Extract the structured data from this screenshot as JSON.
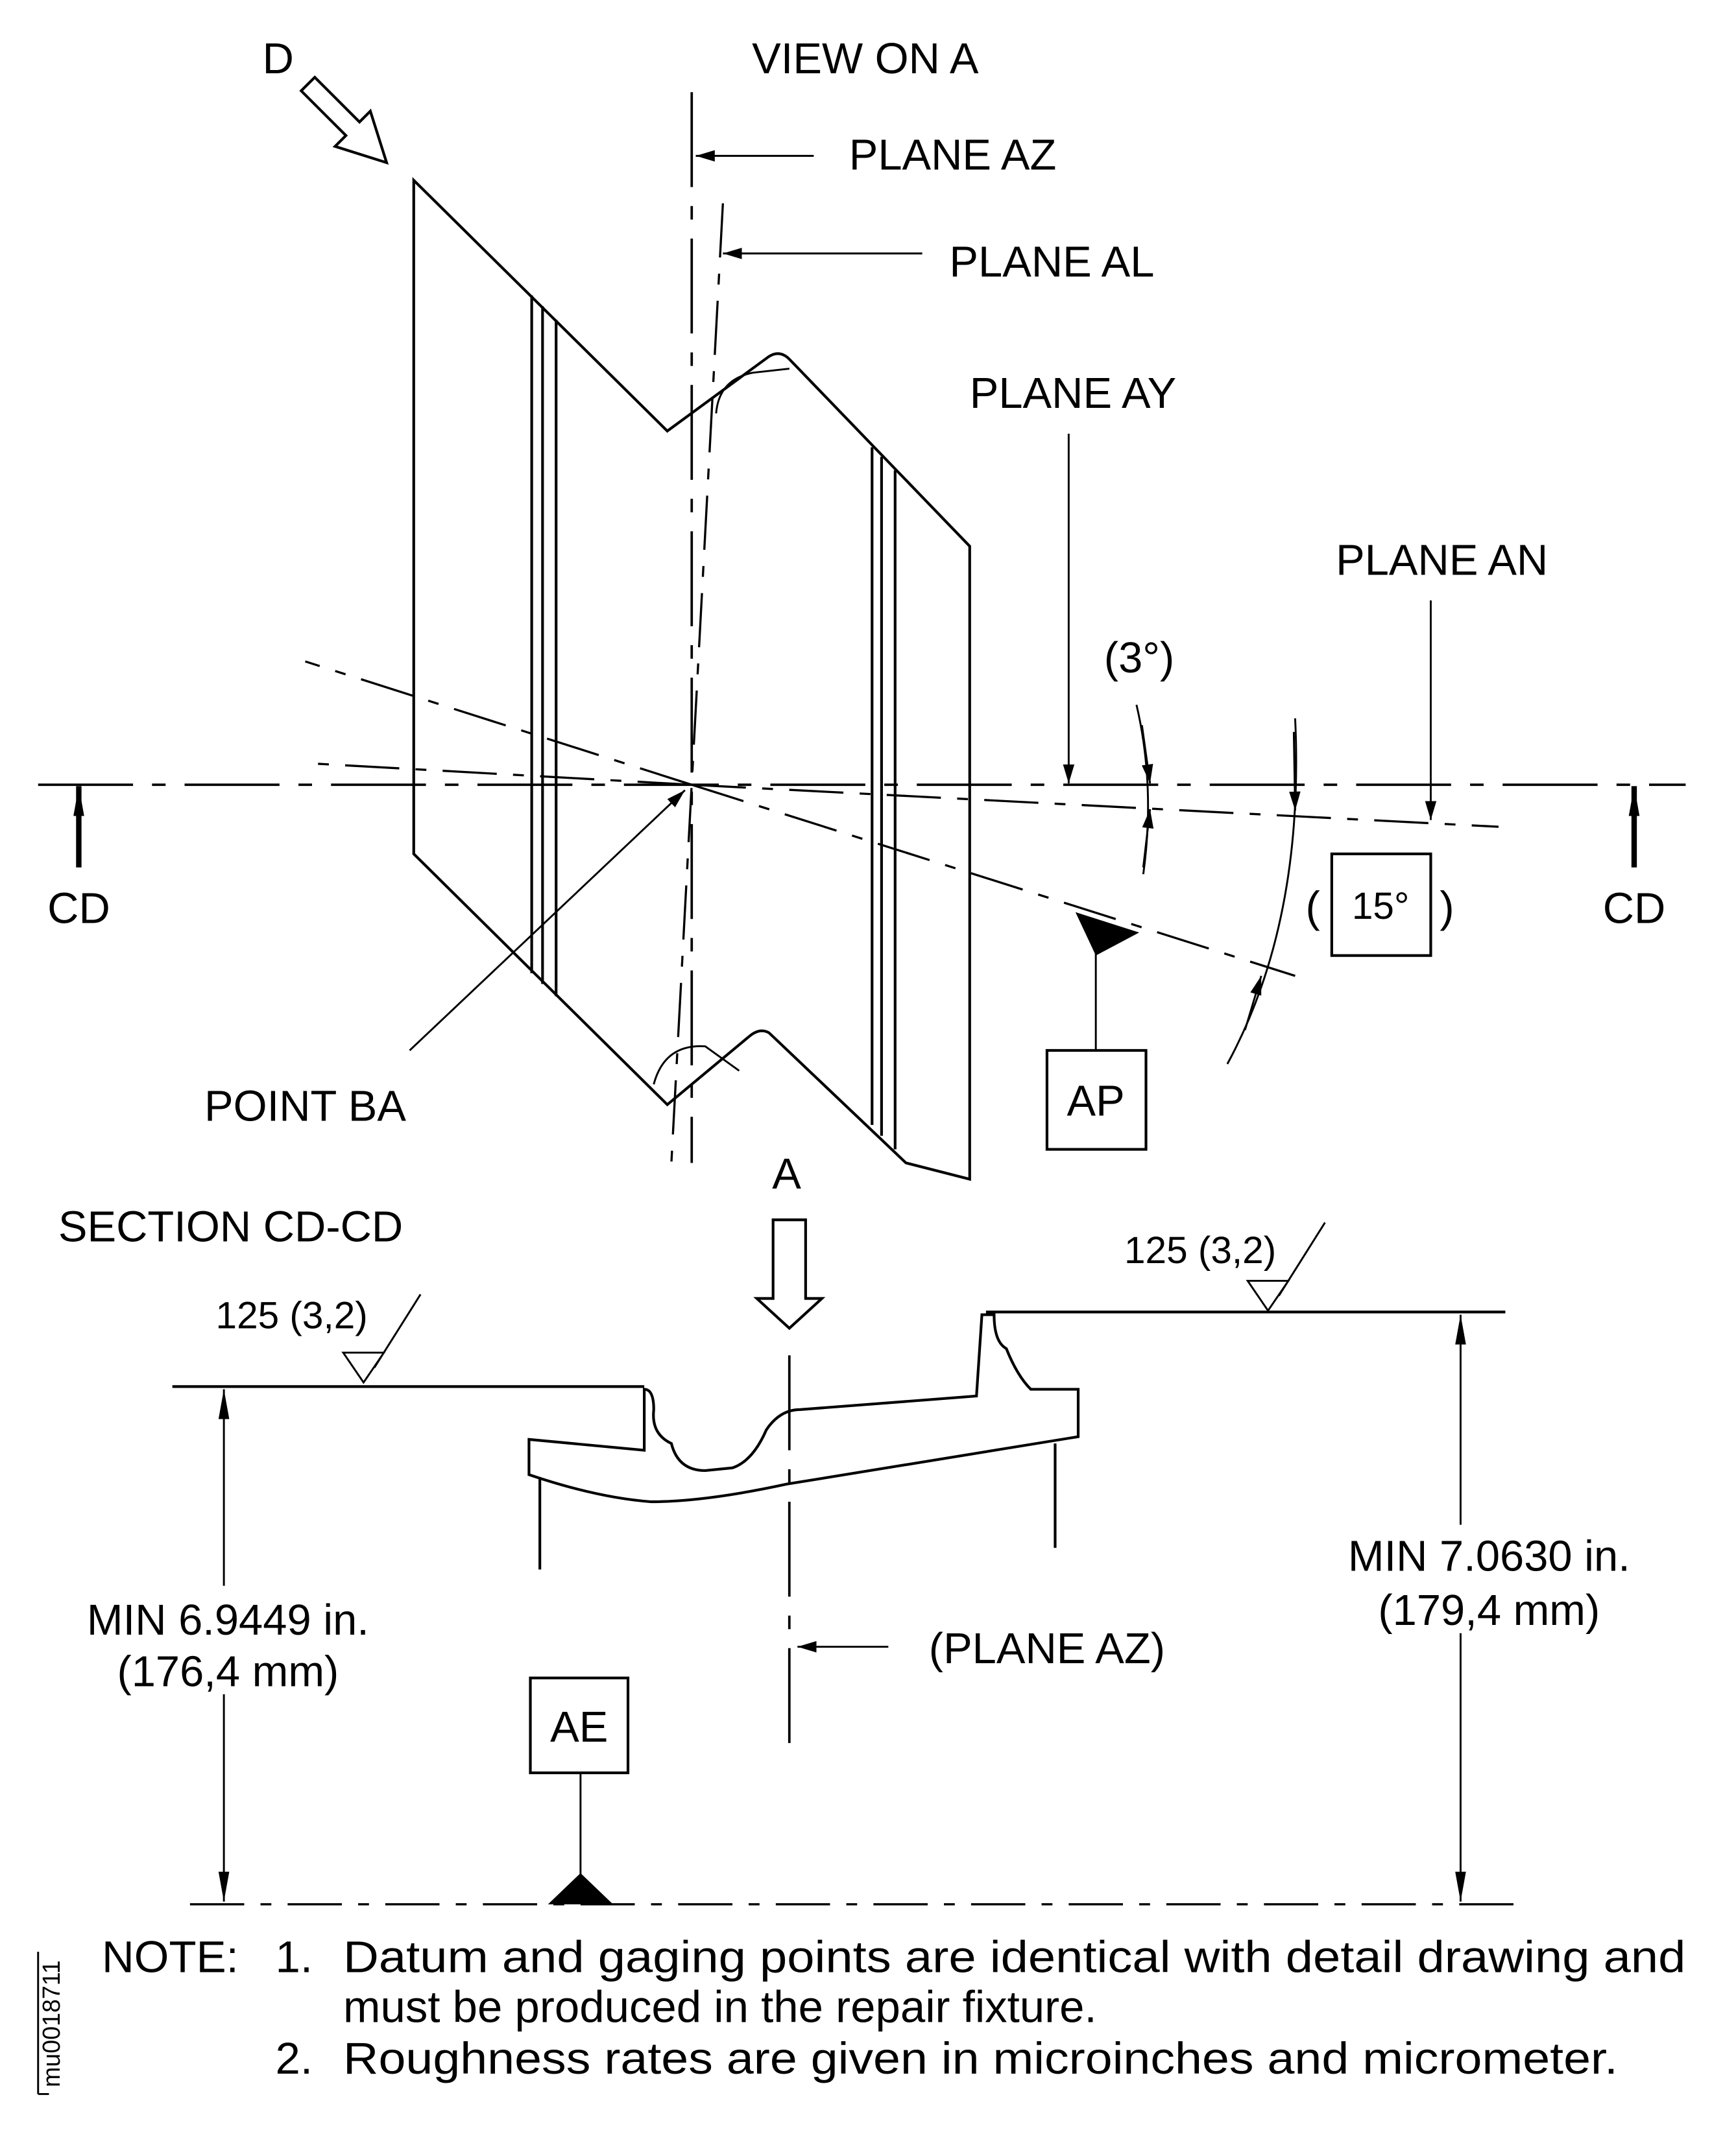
{
  "view": {
    "title": "VIEW ON A",
    "view_d": "D",
    "plane_az": "PLANE AZ",
    "plane_al": "PLANE AL",
    "plane_ay": "PLANE AY",
    "plane_an": "PLANE AN",
    "angle_3": "(3°)",
    "angle_15": "15°",
    "paren_open": "(",
    "paren_close": ")",
    "datum_ap": "AP",
    "point_ba": "POINT BA",
    "section_marker": "CD"
  },
  "section": {
    "title": "SECTION CD-CD",
    "view_a": "A",
    "roughness_left": "125  (3,2)",
    "roughness_right": "125  (3,2)",
    "dim_left_in": "MIN 6.9449 in.",
    "dim_left_mm": "(176,4 mm)",
    "dim_right_in": "MIN 7.0630 in.",
    "dim_right_mm": "(179,4 mm)",
    "plane_az_ref": "(PLANE AZ)",
    "datum_ae": "AE"
  },
  "notes": {
    "label": "NOTE:",
    "items": [
      {
        "num": "1.",
        "line1": "Datum and gaging points are identical with detail drawing and",
        "line2": "must be produced in the repair fixture."
      },
      {
        "num": "2.",
        "line1": "Roughness rates are given in microinches and micrometer."
      }
    ]
  },
  "figure_id": "mu0018711"
}
